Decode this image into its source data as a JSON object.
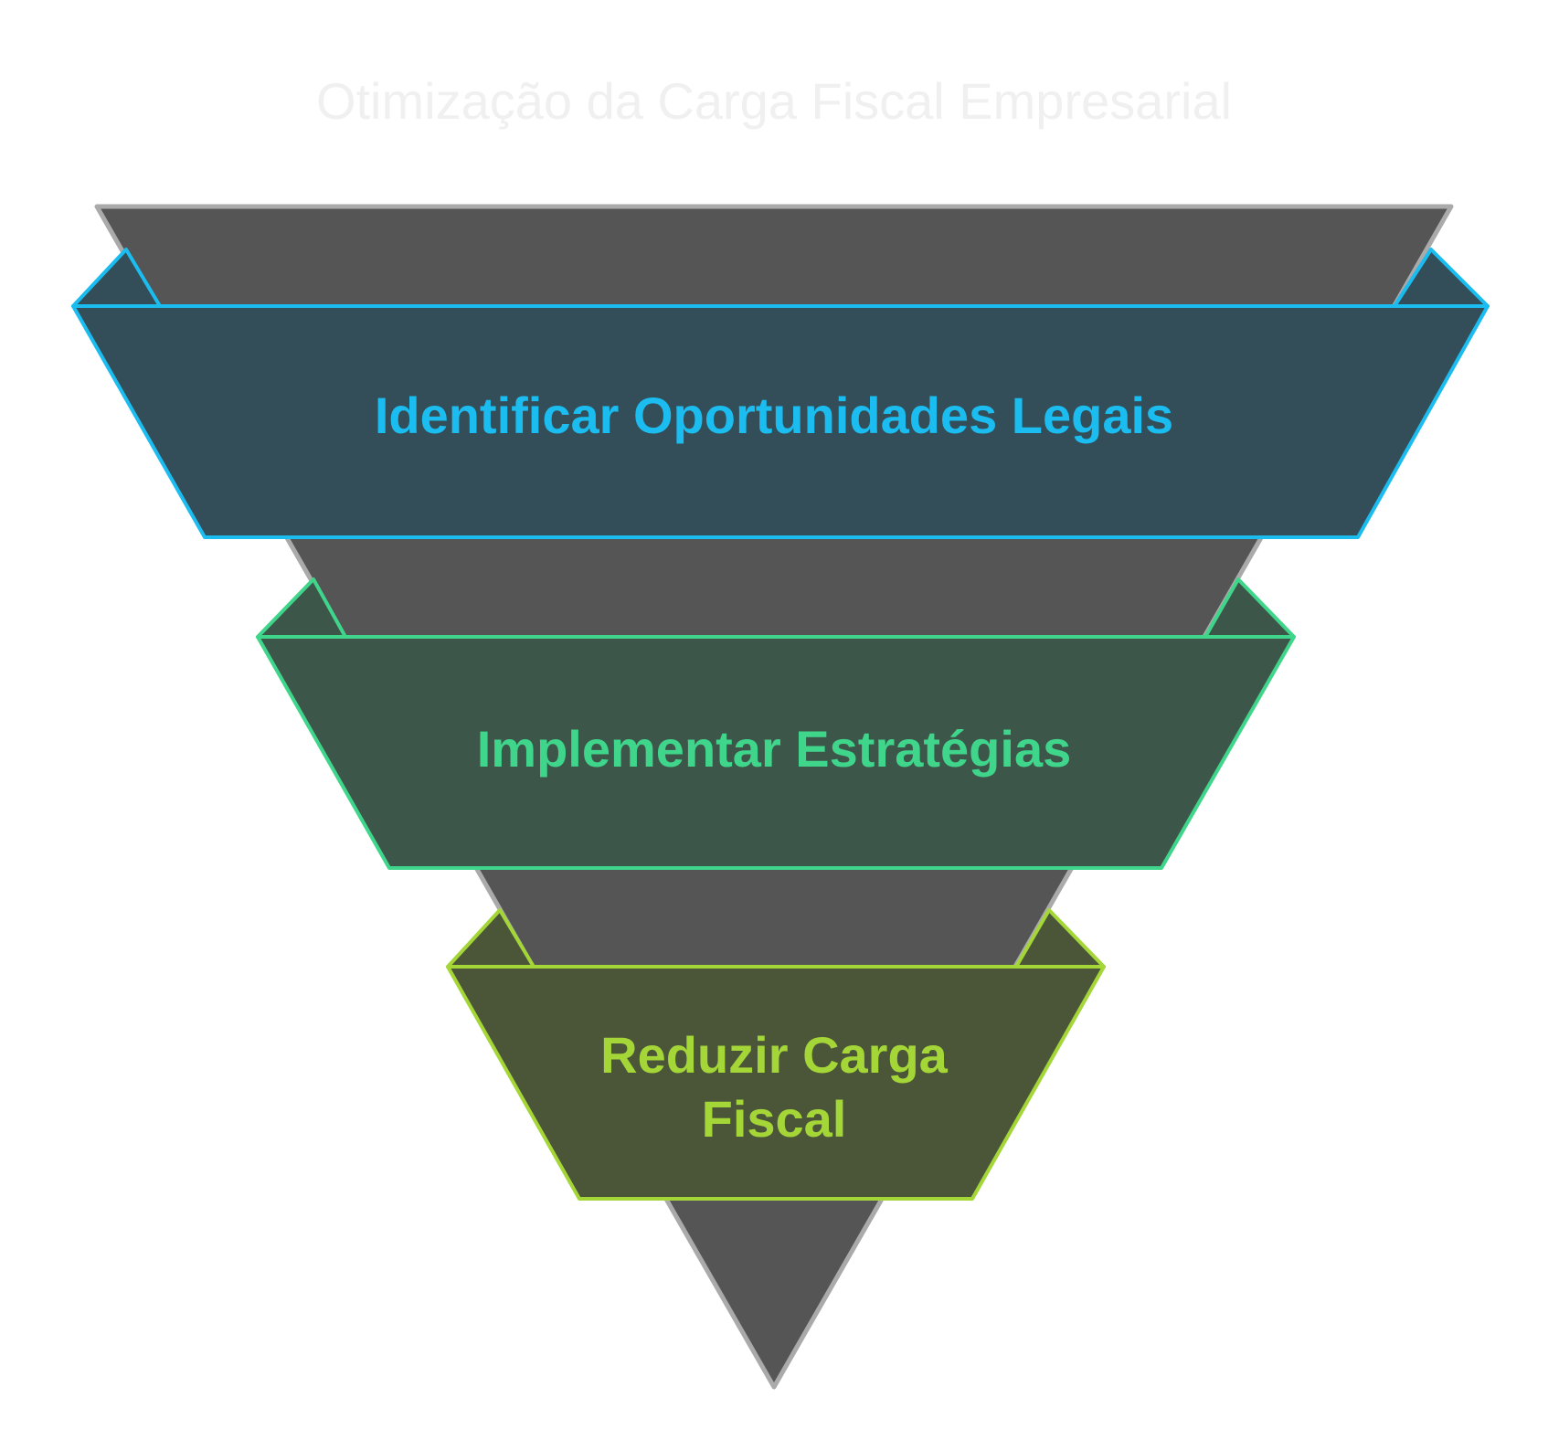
{
  "title": "Otimização da Carga Fiscal Empresarial",
  "colors": {
    "funnel_fill": "#555555",
    "funnel_stroke": "#aaaaaa",
    "band1_fill": "#334e58",
    "band1_accent": "#1bbcef",
    "band2_fill": "#3c574a",
    "band2_accent": "#3fd58b",
    "band3_fill": "#4b5639",
    "band3_accent": "#a4d637"
  },
  "stages": [
    {
      "label": "Identificar Oportunidades Legais"
    },
    {
      "label": "Implementar Estratégias"
    },
    {
      "label": "Reduzir Carga Fiscal"
    }
  ]
}
